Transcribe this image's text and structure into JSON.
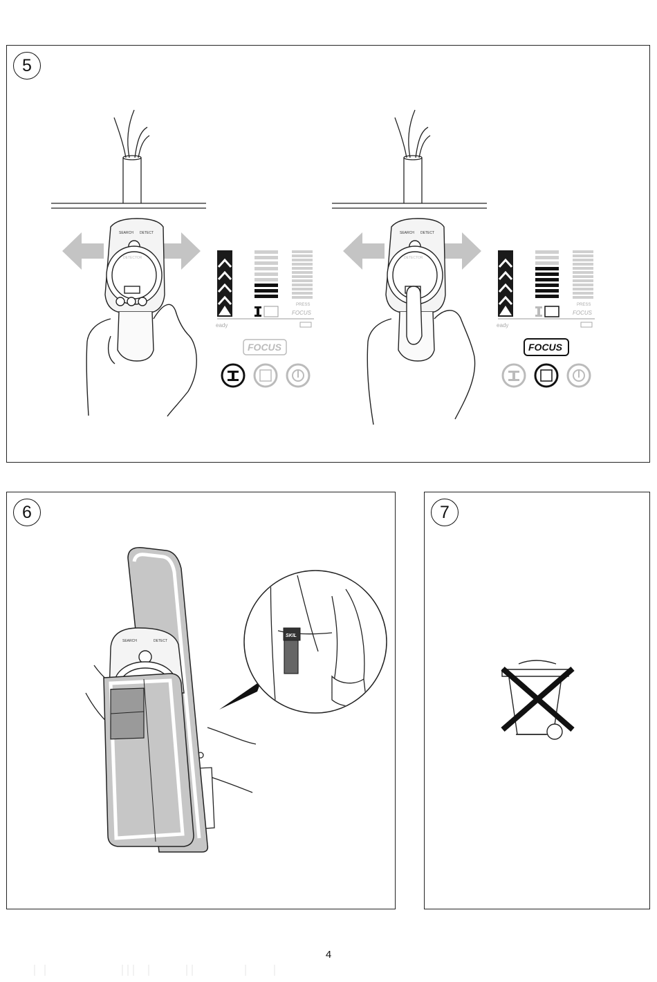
{
  "figures": [
    {
      "number": "5"
    },
    {
      "number": "6"
    },
    {
      "number": "7"
    }
  ],
  "device": {
    "search_label": "SEARCH",
    "detect_label": "DETECT",
    "brand_label": "DETECTOR",
    "ready_label": "eady",
    "press_label": "PRESS",
    "focus_label": "FOCUS",
    "holster_brand": "SKIL"
  },
  "icons": [
    "double-arrow-icon",
    "signal-bars-icon",
    "lightning-warning-icon",
    "metal-beam-icon",
    "wood-stud-icon",
    "power-icon",
    "magnifier-icon",
    "wheelie-bin-crossed-icon"
  ],
  "page_number": "4"
}
